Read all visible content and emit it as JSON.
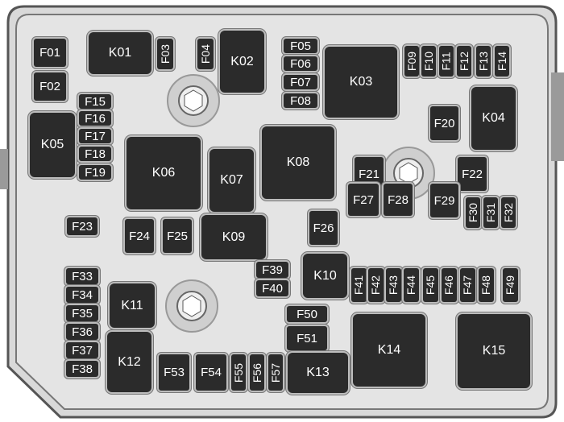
{
  "title": "Fuse box layout",
  "items": [
    {
      "label": "F01"
    },
    {
      "label": "F02"
    },
    {
      "label": "K01"
    },
    {
      "label": "F03"
    },
    {
      "label": "F04"
    },
    {
      "label": "K02"
    },
    {
      "label": "F05"
    },
    {
      "label": "F06"
    },
    {
      "label": "F07"
    },
    {
      "label": "F08"
    },
    {
      "label": "K03"
    },
    {
      "label": "F09"
    },
    {
      "label": "F10"
    },
    {
      "label": "F11"
    },
    {
      "label": "F12"
    },
    {
      "label": "F13"
    },
    {
      "label": "F14"
    },
    {
      "label": "K04"
    },
    {
      "label": "F20"
    },
    {
      "label": "F21"
    },
    {
      "label": "F22"
    },
    {
      "label": "F15"
    },
    {
      "label": "F16"
    },
    {
      "label": "F17"
    },
    {
      "label": "F18"
    },
    {
      "label": "F19"
    },
    {
      "label": "K05"
    },
    {
      "label": "K06"
    },
    {
      "label": "K07"
    },
    {
      "label": "K08"
    },
    {
      "label": "F23"
    },
    {
      "label": "F24"
    },
    {
      "label": "F25"
    },
    {
      "label": "K09"
    },
    {
      "label": "F26"
    },
    {
      "label": "F27"
    },
    {
      "label": "F28"
    },
    {
      "label": "F29"
    },
    {
      "label": "F30"
    },
    {
      "label": "F31"
    },
    {
      "label": "F32"
    },
    {
      "label": "F33"
    },
    {
      "label": "F34"
    },
    {
      "label": "F35"
    },
    {
      "label": "F36"
    },
    {
      "label": "F37"
    },
    {
      "label": "F38"
    },
    {
      "label": "K11"
    },
    {
      "label": "K12"
    },
    {
      "label": "F39"
    },
    {
      "label": "F40"
    },
    {
      "label": "K10"
    },
    {
      "label": "F41"
    },
    {
      "label": "F42"
    },
    {
      "label": "F43"
    },
    {
      "label": "F44"
    },
    {
      "label": "F45"
    },
    {
      "label": "F46"
    },
    {
      "label": "F47"
    },
    {
      "label": "F48"
    },
    {
      "label": "F49"
    },
    {
      "label": "F50"
    },
    {
      "label": "F51"
    },
    {
      "label": "K13"
    },
    {
      "label": "K14"
    },
    {
      "label": "K15"
    },
    {
      "label": "F53"
    },
    {
      "label": "F54"
    },
    {
      "label": "F55"
    },
    {
      "label": "F56"
    },
    {
      "label": "F57"
    }
  ]
}
